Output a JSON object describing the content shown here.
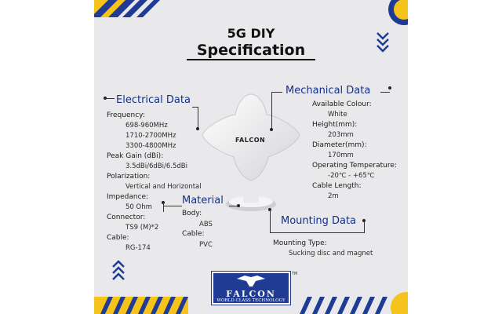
{
  "title_line1": "5G DIY",
  "title_line2": "Specification",
  "antenna_brand": "FALCON",
  "electrical": {
    "heading": "Electrical Data",
    "frequency_label": "Frequency:",
    "frequency_values": [
      "698-960MHz",
      "1710-2700MHz",
      "3300-4800MHz"
    ],
    "gain_label": "Peak Gain (dBi):",
    "gain_value": "3.5dBi/6dBi/6.5dBi",
    "polarization_label": "Polarization:",
    "polarization_value": "Vertical and Horizontal",
    "impedance_label": "Impedance:",
    "impedance_value": "50 Ohm",
    "connector_label": "Connector:",
    "connector_value": "TS9 (M)*2",
    "cable_label": "Cable:",
    "cable_value": "RG-174"
  },
  "mechanical": {
    "heading": "Mechanical Data",
    "colour_label": "Available Colour:",
    "colour_value": "White",
    "height_label": "Height(mm):",
    "height_value": "203mm",
    "diameter_label": "Diameter(mm):",
    "diameter_value": "170mm",
    "temp_label": "Operating Temperature:",
    "temp_value": "-20℃ - +65℃",
    "cable_length_label": "Cable Length:",
    "cable_length_value": "2m"
  },
  "material": {
    "heading": "Material",
    "body_label": "Body:",
    "body_value": "ABS",
    "cable_label": "Cable:",
    "cable_value": "PVC"
  },
  "mounting": {
    "heading": "Mounting Data",
    "type_label": "Mounting Type:",
    "type_value": "Sucking disc and magnet"
  },
  "logo": {
    "name": "FALCON",
    "tagline": "WORLD CLASS TECHNOLOGY",
    "tm": "TM"
  },
  "colors": {
    "navy": "#13308a",
    "yellow": "#f6c21c",
    "panel": "#e9e9eb"
  }
}
